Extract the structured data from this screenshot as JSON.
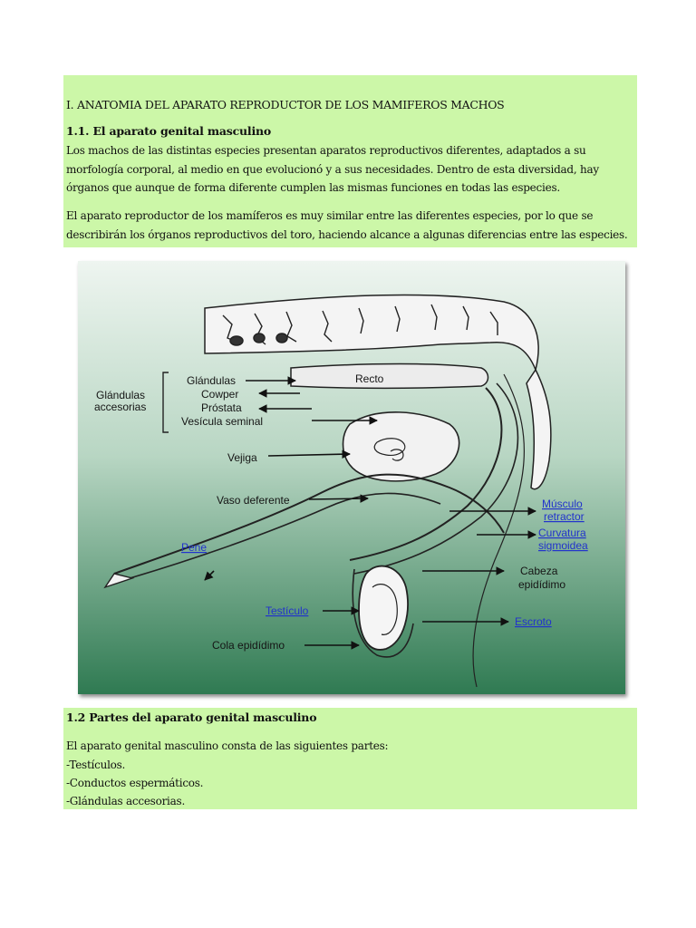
{
  "section1": {
    "title": "I. ANATOMIA DEL APARATO REPRODUCTOR DE LOS MAMIFEROS MACHOS",
    "subtitle": "1.1. El aparato genital masculino",
    "paragraph1": "Los machos de las distintas especies presentan aparatos reproductivos diferentes, adaptados a su morfología corporal, al medio en que evolucionó y a sus necesidades. Dentro de esta diversidad, hay órganos que aunque de forma diferente cumplen las mismas funciones en todas las especies.",
    "paragraph2": "El aparato reproductor de los mamíferos es muy similar entre las diferentes especies, por lo que se describirán los órganos reproductivos del toro, haciendo alcance a algunas diferencias entre las especies."
  },
  "figure": {
    "labels": {
      "recto": "Recto",
      "glandulas": "Glándulas",
      "cowper": "Cowper",
      "prostata": "Próstata",
      "vesicula": "Vesícula seminal",
      "glandulas_acc_1": "Glándulas",
      "glandulas_acc_2": "accesorias",
      "vejiga": "Vejiga",
      "vaso": "Vaso deferente",
      "musculo_1": "Músculo",
      "musculo_2": "retractor",
      "curvatura_1": "Curvatura",
      "curvatura_2": "sigmoidea",
      "pene": "Pene",
      "cabeza_1": "Cabeza",
      "cabeza_2": "epidídimo",
      "testiculo": "Testículo",
      "escroto": "Escroto",
      "cola": "Cola epidídimo"
    },
    "colors": {
      "bg_top": "#eef5f0",
      "bg_bottom": "#2f7a52",
      "link": "#2233cc"
    }
  },
  "section2": {
    "title": "1.2 Partes del aparato genital masculino",
    "intro": "El aparato genital masculino consta de las siguientes partes:",
    "items": [
      "-Testículos.",
      "-Conductos espermáticos.",
      "-Glándulas accesorias."
    ]
  }
}
